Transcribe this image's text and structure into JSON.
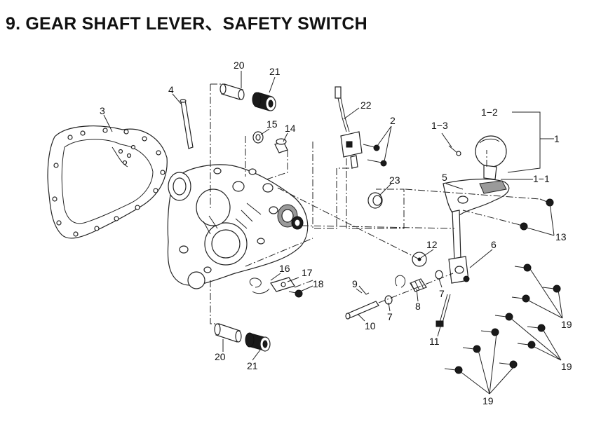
{
  "title": "9. GEAR SHAFT LEVER、SAFETY SWITCH",
  "callouts": [
    {
      "id": "c20a",
      "text": "20"
    },
    {
      "id": "c21a",
      "text": "21"
    },
    {
      "id": "c4",
      "text": "4"
    },
    {
      "id": "c3",
      "text": "3"
    },
    {
      "id": "c15",
      "text": "15"
    },
    {
      "id": "c14",
      "text": "14"
    },
    {
      "id": "c22",
      "text": "22"
    },
    {
      "id": "c2",
      "text": "2"
    },
    {
      "id": "c1-3",
      "text": "1−3"
    },
    {
      "id": "c1-2",
      "text": "1−2"
    },
    {
      "id": "c1",
      "text": "1"
    },
    {
      "id": "c1-1",
      "text": "1−1"
    },
    {
      "id": "c5",
      "text": "5"
    },
    {
      "id": "c23",
      "text": "23"
    },
    {
      "id": "c13",
      "text": "13"
    },
    {
      "id": "c12",
      "text": "12"
    },
    {
      "id": "c6",
      "text": "6"
    },
    {
      "id": "c16",
      "text": "16"
    },
    {
      "id": "c17",
      "text": "17"
    },
    {
      "id": "c18",
      "text": "18"
    },
    {
      "id": "c9",
      "text": "9"
    },
    {
      "id": "c8",
      "text": "8"
    },
    {
      "id": "c7a",
      "text": "7"
    },
    {
      "id": "c7b",
      "text": "7"
    },
    {
      "id": "c10",
      "text": "10"
    },
    {
      "id": "c11",
      "text": "11"
    },
    {
      "id": "c19a",
      "text": "19"
    },
    {
      "id": "c19b",
      "text": "19"
    },
    {
      "id": "c19c",
      "text": "19"
    },
    {
      "id": "c20b",
      "text": "20"
    },
    {
      "id": "c21b",
      "text": "21"
    }
  ]
}
